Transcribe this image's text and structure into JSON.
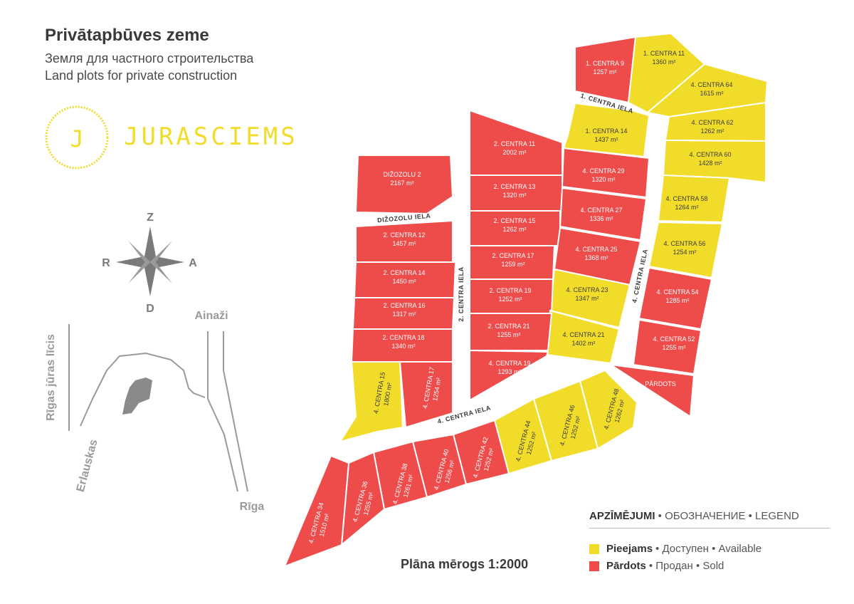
{
  "header": {
    "title": "Privātapbūves zeme",
    "subtitle_ru": "Земля для частного строительства",
    "subtitle_en": "Land plots for private construction"
  },
  "logo": {
    "letter": "J",
    "name": "JURASCIEMS",
    "color": "#f2dc2a"
  },
  "colors": {
    "available": "#f2dc2a",
    "sold": "#ee4b4b",
    "text": "#3c3c3c"
  },
  "compass": {
    "north": "Z",
    "south": "D",
    "west": "R",
    "east": "A"
  },
  "minimap": {
    "gulf": "Rīgas jūras līcis",
    "erlauskas": "Erlauskas",
    "ainazi": "Ainaži",
    "riga": "Rīga"
  },
  "streets": {
    "centra1": "1. CENTRA IELA",
    "centra2": "2. CENTRA IELA",
    "centra4_left": "4. CENTRA IELA",
    "centra4_right": "4. CENTRA IELA",
    "dizozolu": "DIŽOZOLU IELA"
  },
  "plots": [
    {
      "name": "1. CENTRA 9",
      "area": "1257 m²",
      "status": "sold"
    },
    {
      "name": "1. CENTRA 11",
      "area": "1360 m²",
      "status": "available"
    },
    {
      "name": "4. CENTRA 64",
      "area": "1615 m²",
      "status": "available"
    },
    {
      "name": "1. CENTRA 14",
      "area": "1437 m²",
      "status": "available"
    },
    {
      "name": "4. CENTRA 62",
      "area": "1262 m²",
      "status": "available"
    },
    {
      "name": "4. CENTRA 60",
      "area": "1428 m²",
      "status": "available"
    },
    {
      "name": "2. CENTRA 11",
      "area": "2002 m²",
      "status": "sold"
    },
    {
      "name": "4. CENTRA 29",
      "area": "1320 m²",
      "status": "sold"
    },
    {
      "name": "DIŽOZOLU 2",
      "area": "2167 m²",
      "status": "sold"
    },
    {
      "name": "2. CENTRA 13",
      "area": "1320 m²",
      "status": "sold"
    },
    {
      "name": "4. CENTRA 58",
      "area": "1264 m²",
      "status": "available"
    },
    {
      "name": "4. CENTRA 27",
      "area": "1336 m²",
      "status": "sold"
    },
    {
      "name": "2. CENTRA 15",
      "area": "1262 m²",
      "status": "sold"
    },
    {
      "name": "2. CENTRA 12",
      "area": "1457 m²",
      "status": "sold"
    },
    {
      "name": "4. CENTRA 56",
      "area": "1254 m²",
      "status": "available"
    },
    {
      "name": "4. CENTRA 25",
      "area": "1368 m²",
      "status": "sold"
    },
    {
      "name": "2. CENTRA 17",
      "area": "1259 m²",
      "status": "sold"
    },
    {
      "name": "2. CENTRA 14",
      "area": "1450 m²",
      "status": "sold"
    },
    {
      "name": "4. CENTRA 54",
      "area": "1285 m²",
      "status": "sold"
    },
    {
      "name": "4. CENTRA 23",
      "area": "1347 m²",
      "status": "available"
    },
    {
      "name": "2. CENTRA 19",
      "area": "1252 m²",
      "status": "sold"
    },
    {
      "name": "2. CENTRA 16",
      "area": "1317 m²",
      "status": "sold"
    },
    {
      "name": "4. CENTRA 21",
      "area": "1402 m²",
      "status": "available"
    },
    {
      "name": "2. CENTRA 21",
      "area": "1255 m²",
      "status": "sold"
    },
    {
      "name": "2. CENTRA 18",
      "area": "1340 m²",
      "status": "sold"
    },
    {
      "name": "4. CENTRA 52",
      "area": "1255 m²",
      "status": "sold"
    },
    {
      "name": "4. CENTRA 19",
      "area": "1293 m²",
      "status": "sold"
    },
    {
      "name": "PĀRDOTS",
      "area": "",
      "status": "sold"
    },
    {
      "name": "4. CENTRA 15",
      "area": "1800 m²",
      "status": "available"
    },
    {
      "name": "4. CENTRA 17",
      "area": "1254 m²",
      "status": "sold"
    },
    {
      "name": "4. CENTRA 48",
      "area": "1262 m²",
      "status": "available"
    },
    {
      "name": "4. CENTRA 46",
      "area": "1252 m²",
      "status": "available"
    },
    {
      "name": "4. CENTRA 44",
      "area": "1252 m²",
      "status": "available"
    },
    {
      "name": "4. CENTRA 42",
      "area": "1252 m²",
      "status": "sold"
    },
    {
      "name": "4. CENTRA 40",
      "area": "1256 m²",
      "status": "sold"
    },
    {
      "name": "4. CENTRA 38",
      "area": "1261 m²",
      "status": "sold"
    },
    {
      "name": "4. CENTRA 36",
      "area": "1255 m²",
      "status": "sold"
    },
    {
      "name": "4. CENTRA 34",
      "area": "1510 m²",
      "status": "sold"
    }
  ],
  "scale": "Plāna mērogs 1:2000",
  "legend": {
    "title_lv": "APZĪMĒJUMI",
    "title_rest": " • ОБОЗНАЧЕНИЕ • LEGEND",
    "available_lv": "Pieejams",
    "available_rest": " • Доступен • Available",
    "sold_lv": "Pārdots",
    "sold_rest": " • Продан • Sold"
  }
}
